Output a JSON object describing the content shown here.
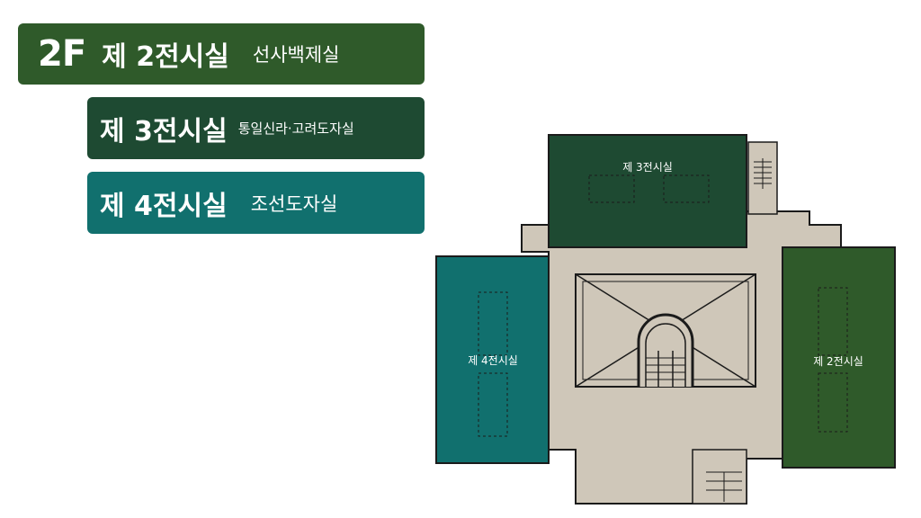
{
  "colors": {
    "hall2": "#2f5a2a",
    "hall3": "#1e4a32",
    "hall4": "#11706e",
    "corridor": "#cfc7b9",
    "wall": "#1b1b1b"
  },
  "badges": [
    {
      "floor": "2F",
      "hall": "제 2전시실",
      "subtitle": "선사백제실"
    },
    {
      "floor": "",
      "hall": "제 3전시실",
      "subtitle": "통일신라·고려도자실"
    },
    {
      "floor": "",
      "hall": "제 4전시실",
      "subtitle": "조선도자실"
    }
  ],
  "floorplan": {
    "labels": {
      "hall3": "제 3전시실",
      "hall4": "제 4전시실",
      "hall2": "제 2전시실"
    }
  }
}
